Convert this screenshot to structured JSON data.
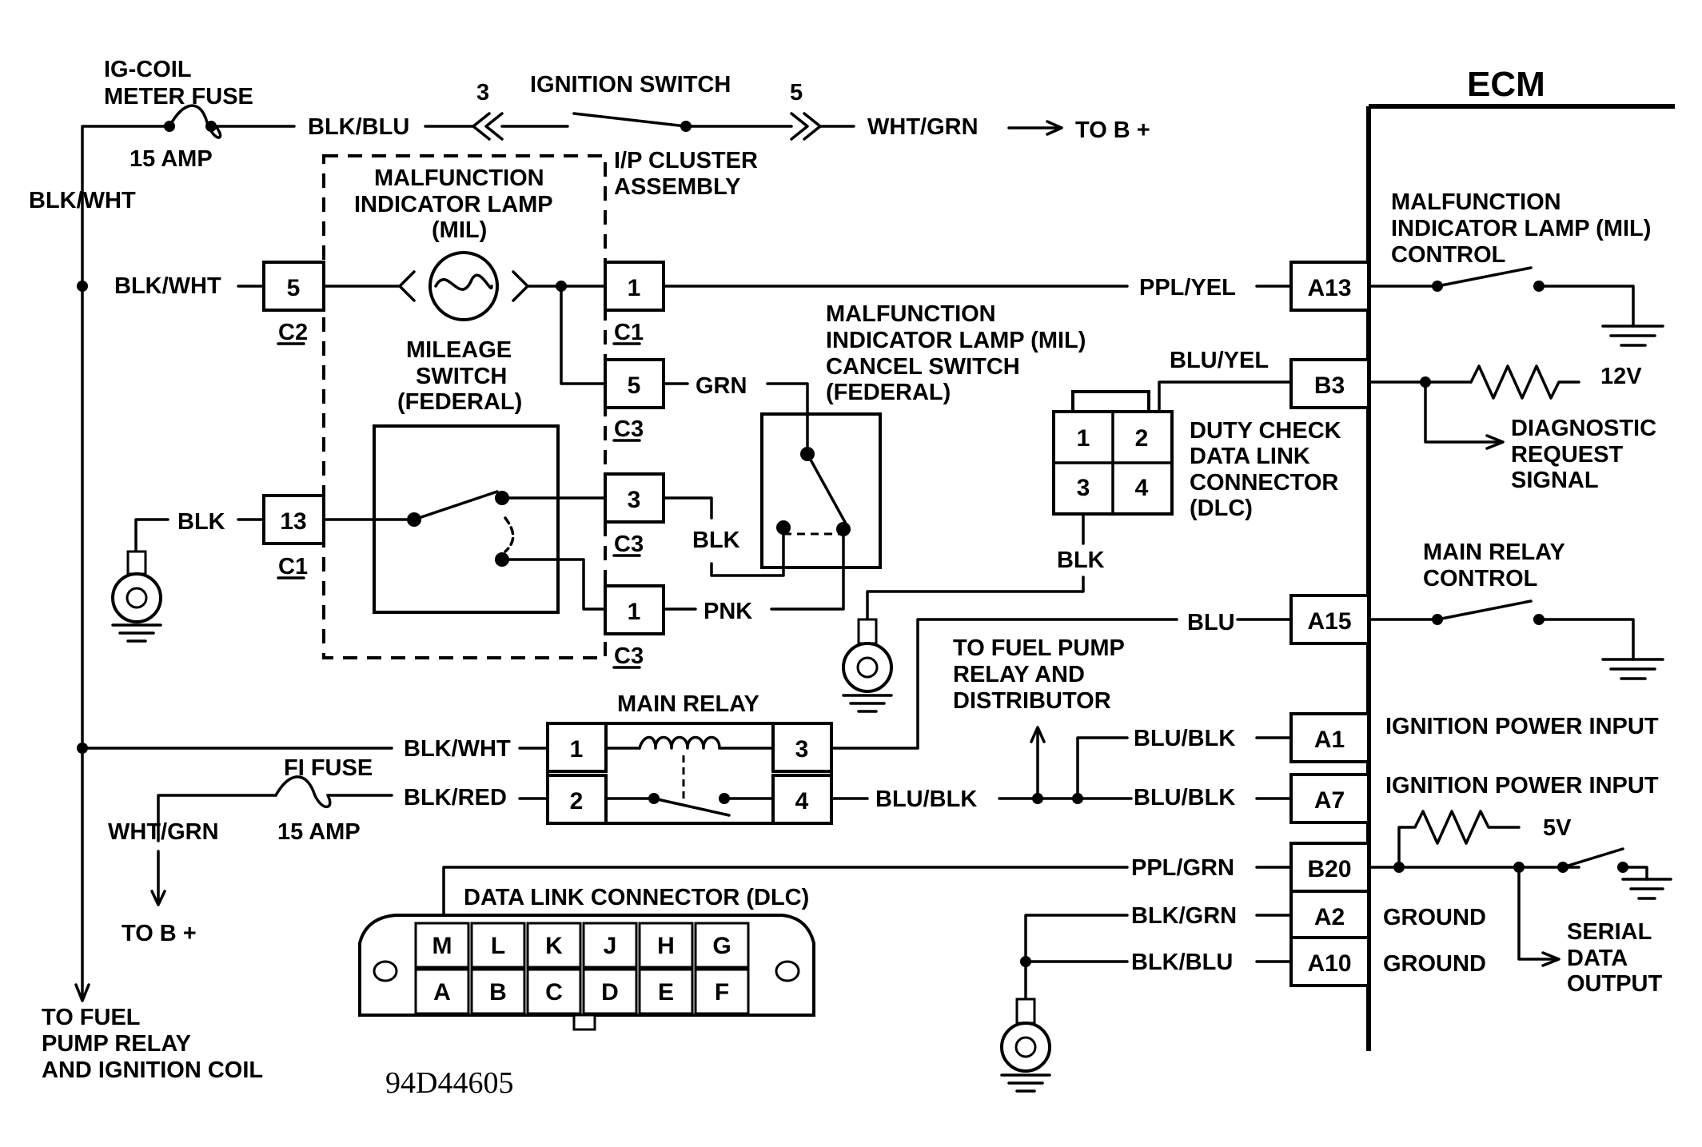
{
  "title": "ECM",
  "reference": "94D44605",
  "labels": {
    "ig_coil_fuse_1": "IG-COIL",
    "ig_coil_fuse_2": "METER FUSE",
    "fuse_15amp_top": "15 AMP",
    "ignition_switch": "IGNITION SWITCH",
    "ign_pin_3": "3",
    "ign_pin_5": "5",
    "blk_blu_top": "BLK/BLU",
    "wht_grn_top": "WHT/GRN",
    "to_b_plus_top": "TO B +",
    "ip_cluster_1": "I/P CLUSTER",
    "ip_cluster_2": "ASSEMBLY",
    "blk_wht_left": "BLK/WHT",
    "mil_1": "MALFUNCTION",
    "mil_2": "INDICATOR LAMP",
    "mil_3": "(MIL)",
    "blk_wht_c2": "BLK/WHT",
    "pin_c2_5": "5",
    "conn_c2": "C2",
    "pin_c1_1": "1",
    "conn_c1_a": "C1",
    "ppl_yel": "PPL/YEL",
    "pin_a13": "A13",
    "mileage_1": "MILEAGE",
    "mileage_2": "SWITCH",
    "mileage_3": "(FEDERAL)",
    "pin_c3_5": "5",
    "conn_c3_a": "C3",
    "grn": "GRN",
    "cancel_1": "MALFUNCTION",
    "cancel_2": "INDICATOR LAMP (MIL)",
    "cancel_3": "CANCEL SWITCH",
    "cancel_4": "(FEDERAL)",
    "blk_c1": "BLK",
    "pin_c1_13": "13",
    "conn_c1_b": "C1",
    "pin_c3_3": "3",
    "conn_c3_b": "C3",
    "blk_mid": "BLK",
    "pin_c3_1": "1",
    "conn_c3_c": "C3",
    "pnk": "PNK",
    "blu_yel": "BLU/YEL",
    "pin_b3": "B3",
    "v12": "12V",
    "dlc_small_1": "1",
    "dlc_small_2": "2",
    "dlc_small_3": "3",
    "dlc_small_4": "4",
    "duty_1": "DUTY CHECK",
    "duty_2": "DATA LINK",
    "duty_3": "CONNECTOR",
    "duty_4": "(DLC)",
    "diag_1": "DIAGNOSTIC",
    "diag_2": "REQUEST",
    "diag_3": "SIGNAL",
    "ecm_mil_1": "MALFUNCTION",
    "ecm_mil_2": "INDICATOR LAMP (MIL)",
    "ecm_mil_3": "CONTROL",
    "blk_dlc": "BLK",
    "main_relay_ctrl_1": "MAIN RELAY",
    "main_relay_ctrl_2": "CONTROL",
    "blu": "BLU",
    "pin_a15": "A15",
    "to_fuel_1": "TO FUEL PUMP",
    "to_fuel_2": "RELAY AND",
    "to_fuel_3": "DISTRIBUTOR",
    "main_relay": "MAIN RELAY",
    "relay_pin_1": "1",
    "relay_pin_2": "2",
    "relay_pin_3": "3",
    "relay_pin_4": "4",
    "blk_wht_relay": "BLK/WHT",
    "fi_fuse": "FI FUSE",
    "blk_red": "BLK/RED",
    "wht_grn_bottom": "WHT/GRN",
    "fuse_15amp_bottom": "15 AMP",
    "to_b_plus_bottom": "TO B +",
    "blu_blk_relay": "BLU/BLK",
    "blu_blk_a1": "BLU/BLK",
    "pin_a1": "A1",
    "ign_power_1": "IGNITION POWER INPUT",
    "blu_blk_a7": "BLU/BLK",
    "pin_a7": "A7",
    "ign_power_2": "IGNITION POWER INPUT",
    "v5": "5V",
    "ppl_grn": "PPL/GRN",
    "pin_b20": "B20",
    "dlc_title": "DATA LINK CONNECTOR (DLC)",
    "blk_grn": "BLK/GRN",
    "pin_a2": "A2",
    "ground_1": "GROUND",
    "blk_blu_bottom": "BLK/BLU",
    "pin_a10": "A10",
    "ground_2": "GROUND",
    "serial_1": "SERIAL",
    "serial_2": "DATA",
    "serial_3": "OUTPUT",
    "to_fuel_bottom_1": "TO FUEL",
    "to_fuel_bottom_2": "PUMP RELAY",
    "to_fuel_bottom_3": "AND IGNITION COIL",
    "dlc_pins_top": [
      "M",
      "L",
      "K",
      "J",
      "H",
      "G"
    ],
    "dlc_pins_bottom": [
      "A",
      "B",
      "C",
      "D",
      "E",
      "F"
    ]
  }
}
